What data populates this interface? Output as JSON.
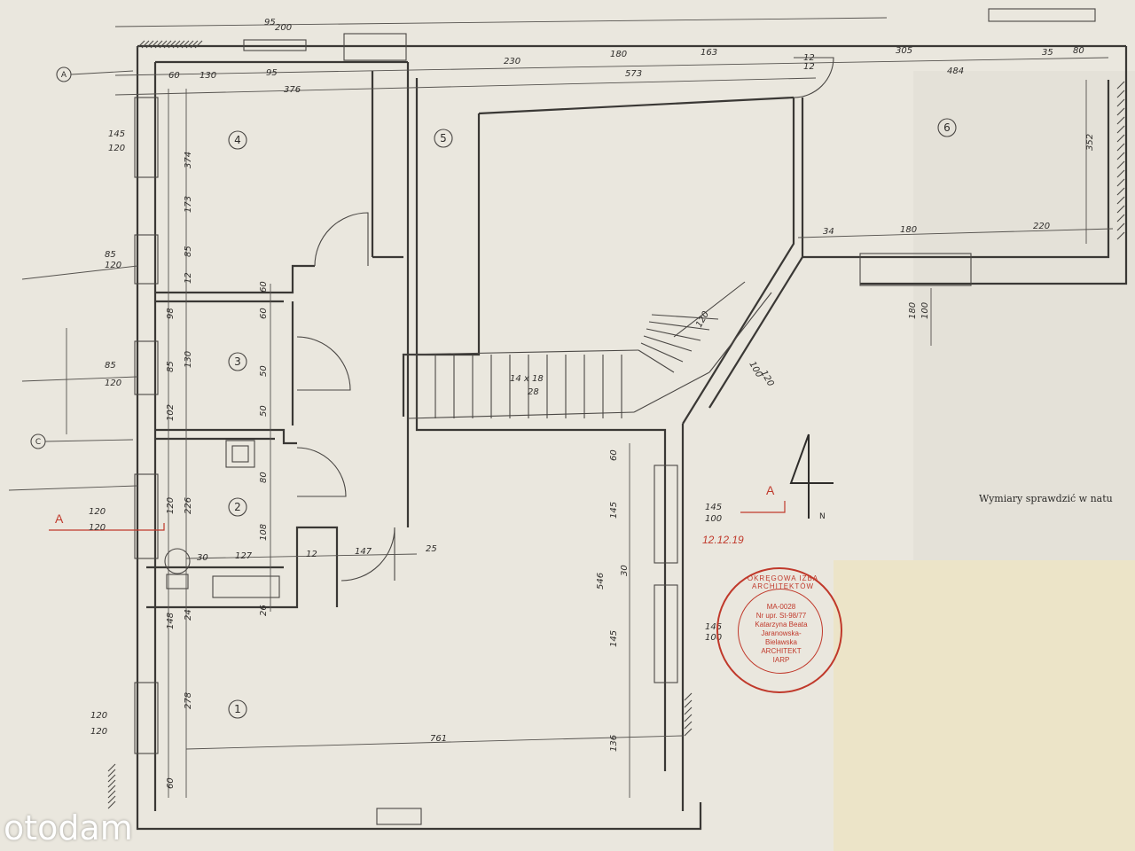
{
  "rooms": [
    "1",
    "2",
    "3",
    "4",
    "5",
    "6"
  ],
  "axes": [
    "A",
    "C"
  ],
  "section_mark": "A",
  "section_mark_right": "A",
  "north_label": "N",
  "stair_label": "14 x 18",
  "stair_label_2": "28",
  "dims": {
    "top": [
      "95",
      "200",
      "230",
      "180",
      "163",
      "305",
      "35",
      "80",
      "12",
      "12"
    ],
    "top_row2": [
      "95",
      "573",
      "484",
      "376",
      "130",
      "60"
    ],
    "left": [
      "145",
      "120",
      "85",
      "120",
      "85",
      "120",
      "120",
      "120",
      "120",
      "120"
    ],
    "left_inner": [
      "374",
      "173",
      "85",
      "12",
      "98",
      "130",
      "85",
      "102",
      "226",
      "120",
      "148",
      "278",
      "60",
      "24"
    ],
    "middle": [
      "60",
      "60",
      "50",
      "50",
      "80",
      "108",
      "30",
      "127",
      "12",
      "147",
      "25",
      "26"
    ],
    "right_block": [
      "60",
      "145",
      "546",
      "30",
      "145",
      "136",
      "145",
      "100",
      "145",
      "100",
      "761"
    ],
    "room6": [
      "352",
      "34",
      "180",
      "220",
      "180",
      "100",
      "120",
      "100",
      "120"
    ]
  },
  "stamp": {
    "date": "12.12.19",
    "ring_text": "OKRĘGOWA IZBA ARCHITEKTÓW",
    "lines": [
      "MA-0028",
      "Nr upr. St-98/77",
      "Katarzyna Beata",
      "Jaranowska-",
      "Bielawska",
      "ARCHITEKT",
      "IARP"
    ]
  },
  "note": "Wymiary sprawdzić w natu",
  "watermark": "otodam",
  "colors": {
    "paper": "#e9e6dd",
    "ink": "#3a3835",
    "stamp": "#c0392b",
    "cover_sheet": "#ece4c8"
  }
}
